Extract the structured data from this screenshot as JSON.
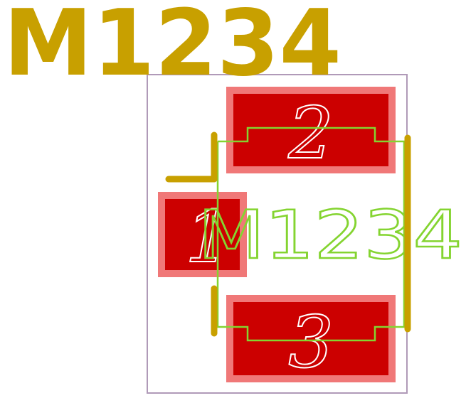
{
  "footprint": {
    "reference": "M1234",
    "value": "M1234",
    "pads": [
      {
        "number": "1"
      },
      {
        "number": "2"
      },
      {
        "number": "3"
      }
    ]
  },
  "colors": {
    "silkscreen": "#c8a000",
    "courtyard": "#b09ab8",
    "fabrication": "#84d430",
    "pad_copper": "#cc0000",
    "pad_mask": "#f07878",
    "pad_label": "#ffffff",
    "background": "#ffffff"
  }
}
